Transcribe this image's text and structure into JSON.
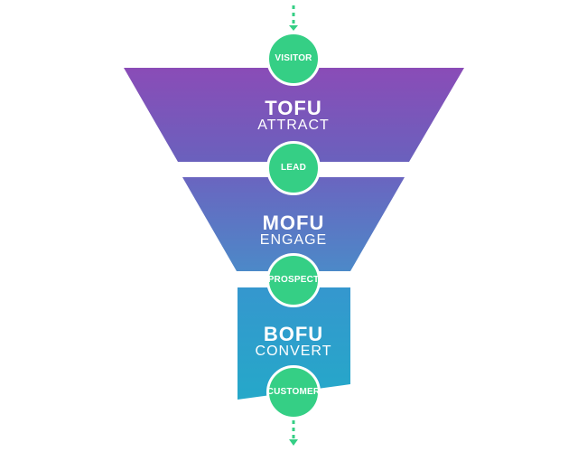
{
  "colors": {
    "background": "#ffffff",
    "node_fill": "#35cf85",
    "node_text": "#ffffff",
    "tofu_top": "#8a4cb7",
    "tofu_bottom": "#6a61bd",
    "mofu_top": "#6a65c0",
    "mofu_bottom": "#4c89c8",
    "bofu_top": "#3597ce",
    "bofu_bottom": "#25a8c9",
    "dashed_line": "#35cf85"
  },
  "funnel": {
    "stages": [
      {
        "title": "TOFU",
        "subtitle": "ATTRACT"
      },
      {
        "title": "MOFU",
        "subtitle": "ENGAGE"
      },
      {
        "title": "BOFU",
        "subtitle": "CONVERT"
      }
    ],
    "nodes": [
      {
        "label": "VISITOR"
      },
      {
        "label": "LEAD"
      },
      {
        "label": "PROSPECT"
      },
      {
        "label": "CUSTOMER"
      }
    ]
  }
}
